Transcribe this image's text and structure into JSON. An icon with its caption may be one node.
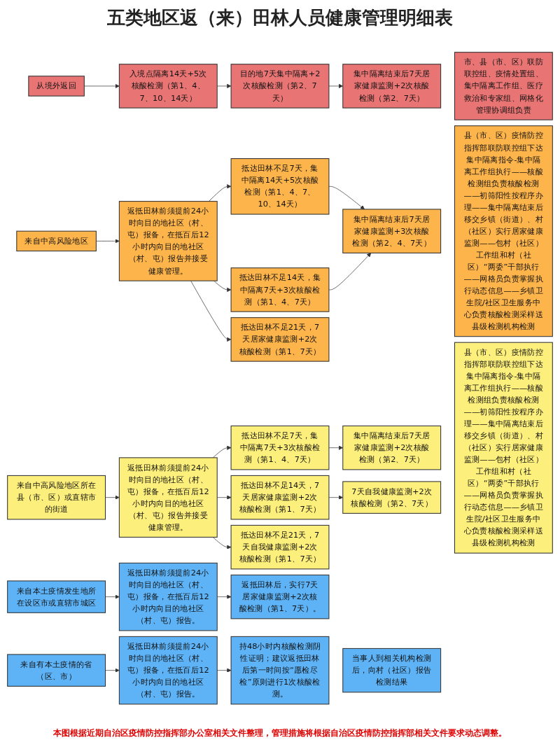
{
  "diagram": {
    "title": "五类地区返（来）田林人员健康管理明细表",
    "caption": "本图根据近期自治区疫情防控指挥部办公室相关文件整理，管理措施将根据自治区疫情防控指挥部相关文件要求动态调整。",
    "nodes": [
      {
        "text": [
          "从境外返回"
        ]
      },
      {
        "text": [
          "入境点隔离14天+5次核酸检测（第1、4、7、10、14天）"
        ]
      },
      {
        "text": [
          "目的地7天集中隔离+2次核酸检测（第2、7天）"
        ]
      },
      {
        "text": [
          "集中隔离结束后7天居家健康监测+2次核酸检测（第2、7天）"
        ]
      },
      {
        "text": [
          "市、县（市、区）联防联控组、疫情处置组、集中隔离工作组、医疗救治和专家组、网格化管理协调组负责"
        ]
      },
      {
        "text": [
          "来自中高风险地区"
        ]
      },
      {
        "text": [
          "返抵田林前须提前24小时向目的地社区（村、屯）报备，在抵百后12小时内向目的地社区（村、屯）报告并接受健康管理。"
        ]
      },
      {
        "text": [
          "抵达田林不足7天，集中隔离14天+5次核酸检测（第1、4、7、10、14天）"
        ]
      },
      {
        "text": [
          "抵达田林不足14天，集中隔离7天+3次核酸检测（第1、4、7天）"
        ]
      },
      {
        "text": [
          "抵达田林不足21天，7天居家健康监测+2次核酸检测（第1、7天）"
        ]
      },
      {
        "text": [
          "集中隔离结束后7天居家健康监测+3次核酸检测（第2、4、7天）"
        ]
      },
      {
        "text": [
          "县（市、区）疫情防控指挥部联防联控组下达集中隔离指令-集中隔离工作组执行——核酸检测组负责核酸检测——初筛阳性按程序办理——集中隔离结束后移交乡镇（街道）、村（社区）实行居家健康监测——包村（社区）工作组和村（社区）“两委”干部执行——网格员负责掌握执行动态信息——乡镇卫生院/社区卫生服务中心负责核酸检测采样送县级检测机构检测"
        ]
      },
      {
        "text": [
          "来自中高风险地区所在县（市、区）或直辖市的街道"
        ]
      },
      {
        "text": [
          "返抵田林前须提前24小时向目的地社区（村、屯）报备，在抵百后12小时内向目的地社区（村、屯）报告并接受健康管理。"
        ]
      },
      {
        "text": [
          "抵达田林不足7天，集中隔离7天+3次核酸检测（第1、4、7天）"
        ]
      },
      {
        "text": [
          "抵达田林不足14天，7天居家健康监测+2次核酸检测（第1、7天）"
        ]
      },
      {
        "text": [
          "抵达田林不足21天，7天自我健康监测+2次核酸检测（第1、7天）"
        ]
      },
      {
        "text": [
          "集中隔离结束后7天居家健康监测+2次核酸检测（第2、7天）"
        ]
      },
      {
        "text": [
          "7天自我健康监测+2次核酸检测（第2、7天）"
        ]
      },
      {
        "text": [
          "县（市、区）疫情防控指挥部联防联控组下达集中隔离指令-集中隔离工作组执行——核酸检测组负责核酸检测——初筛阳性按程序办理——集中隔离结束后移交乡镇（街道）、村（社区）实行居家健康监测——包村（社区）工作组和村（社区）“两委”干部执行——网格员负责掌握执行动态信息——乡镇卫生院/社区卫生服务中心负责核酸检测采样送县级检测机构检测"
        ]
      },
      {
        "text": [
          "来自本土疫情发生地所在设区市或直辖市城区"
        ]
      },
      {
        "text": [
          "返抵田林前须提前24小时向目的地社区（村、屯）报备，在抵百后12小时内向目的地社区（村、屯）报告。"
        ]
      },
      {
        "text": [
          "返抵田林后，实行7天居家健康监测+2次核酸检测（第1、7天）。"
        ]
      },
      {
        "text": [
          "来自有本土疫情的省（区、市）"
        ]
      },
      {
        "text": [
          "返抵田林前须提前24小时向目的地社区（村、屯）报备，在抵百后12小时内向目的地社区（村、屯）报告。"
        ]
      },
      {
        "text": [
          "持48小时内核酸检测阴性证明；建议返抵田林后第一时间按“愿检尽检”原则进行1次核酸检测。"
        ]
      },
      {
        "text": [
          "当事人到相关机构检测后，向村（社区）报告检测结果"
        ]
      }
    ],
    "edges": [
      {
        "from": 0,
        "to": 1,
        "arrow": "to"
      },
      {
        "from": 1,
        "to": 2,
        "arrow": "to"
      },
      {
        "from": 2,
        "to": 3,
        "arrow": "to"
      },
      {
        "from": 5,
        "to": 6,
        "arrow": "to"
      },
      {
        "from": 6,
        "to": 7,
        "arrow": "to"
      },
      {
        "from": 6,
        "to": 8,
        "arrow": "to"
      },
      {
        "from": 6,
        "to": 9,
        "arrow": "to"
      },
      {
        "from": 7,
        "to": 10,
        "arrow": "to"
      },
      {
        "from": 8,
        "to": 10,
        "arrow": "to"
      },
      {
        "from": 12,
        "to": 13,
        "arrow": "to"
      },
      {
        "from": 13,
        "to": 14,
        "arrow": "to"
      },
      {
        "from": 13,
        "to": 15,
        "arrow": "to"
      },
      {
        "from": 13,
        "to": 16,
        "arrow": "to"
      },
      {
        "from": 14,
        "to": 17,
        "arrow": "to"
      },
      {
        "from": 15,
        "to": 18,
        "arrow": "to"
      },
      {
        "from": 20,
        "to": 21,
        "arrow": "to"
      },
      {
        "from": 21,
        "to": 22,
        "arrow": "to"
      },
      {
        "from": 23,
        "to": 24,
        "arrow": "to"
      },
      {
        "from": 24,
        "to": 25,
        "arrow": "to"
      }
    ]
  }
}
